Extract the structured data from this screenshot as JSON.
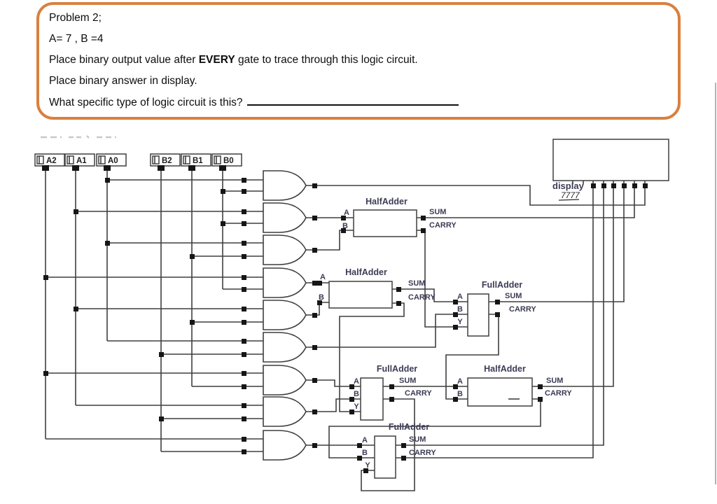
{
  "problem_box": {
    "title": "Problem 2;",
    "givens": "A= 7 , B =4",
    "instr_pre": "Place binary output value after ",
    "instr_bold": "EVERY",
    "instr_post": " gate to trace through this logic circuit.",
    "instr2": "Place binary answer in display.",
    "question": "What specific type of logic circuit is this?",
    "accent_color": "#d9803f"
  },
  "circuit": {
    "wire_color": "#3f3f3f",
    "label_color": "#3c3c55",
    "inputs": [
      {
        "label": "A2"
      },
      {
        "label": "A1"
      },
      {
        "label": "A0"
      },
      {
        "label": "B2"
      },
      {
        "label": "B1"
      },
      {
        "label": "B0"
      }
    ],
    "adders": {
      "ha1": {
        "type": "HalfAdder",
        "port_a": "A",
        "port_b": "B",
        "sum": "SUM",
        "carry": "CARRY"
      },
      "ha2": {
        "type": "HalfAdder",
        "port_a": "A",
        "port_b": "B",
        "sum": "SUM",
        "carry": "CARRY"
      },
      "ha3": {
        "type": "HalfAdder",
        "port_a": "A",
        "port_b": "B",
        "sum": "SUM",
        "carry": "CARRY"
      },
      "fa1": {
        "type": "FullAdder",
        "port_a": "A",
        "port_b": "B",
        "port_y": "Y",
        "sum": "SUM",
        "carry": "CARRY"
      },
      "fa2": {
        "type": "FullAdder",
        "port_a": "A",
        "port_b": "B",
        "port_y": "Y",
        "sum": "SUM",
        "carry": "CARRY"
      },
      "fa3": {
        "type": "FullAdder",
        "port_a": "A",
        "port_b": "B",
        "port_y": "Y",
        "sum": "SUM",
        "carry": "CARRY"
      }
    },
    "display": {
      "label": "display",
      "part_number": "7777"
    }
  }
}
